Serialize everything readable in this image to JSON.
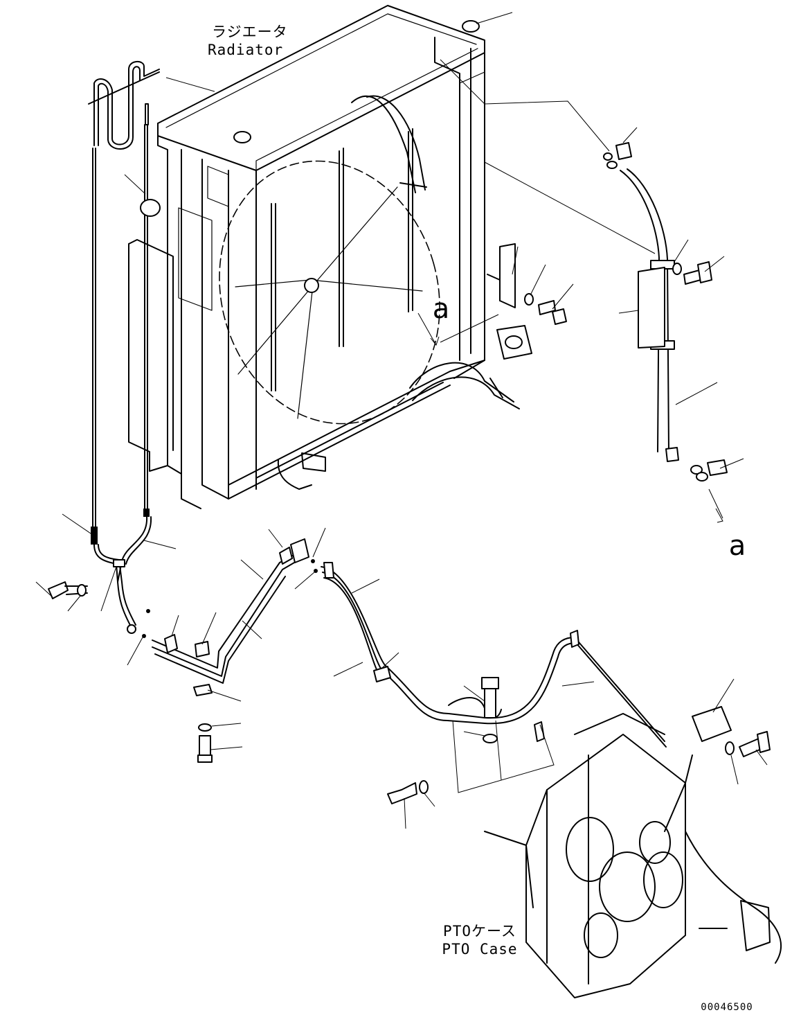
{
  "labels": {
    "radiator_jp": "ラジエータ",
    "radiator_en": "Radiator",
    "pto_case_jp": "PTOケース",
    "pto_case_en": "PTO Case",
    "view_a_top": "a",
    "view_a_right": "a",
    "drawing_number": "00046500"
  }
}
